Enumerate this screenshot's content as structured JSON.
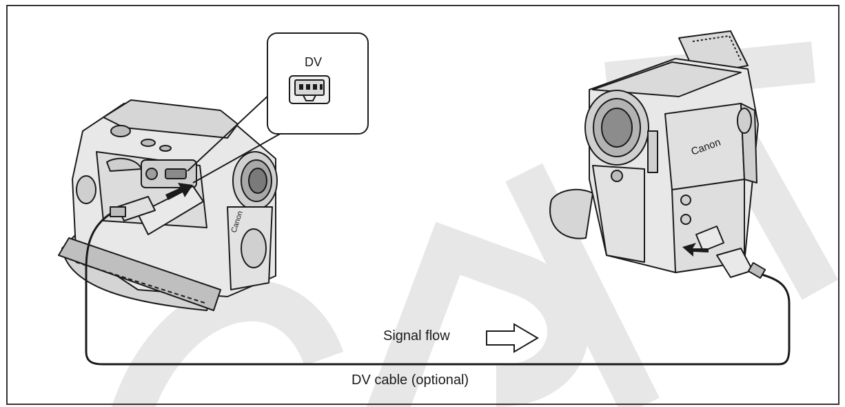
{
  "diagram": {
    "port_label": "DV",
    "signal_label": "Signal flow",
    "cable_label": "DV cable (optional)",
    "brand_left": "Canon",
    "brand_right": "Canon",
    "watermark": "COPY",
    "colors": {
      "ink": "#1a1a1a",
      "body_fill": "#e6e6e6",
      "shade": "#c9c9c9",
      "watermark": "#ececec",
      "border": "#333333"
    }
  }
}
